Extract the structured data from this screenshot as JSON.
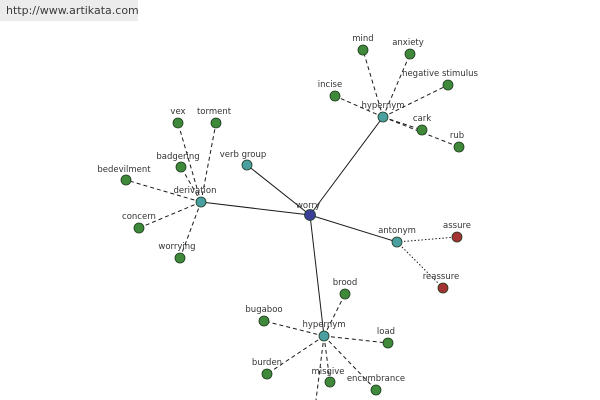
{
  "watermark": "http://www.artikata.com",
  "colors": {
    "center": "#3b3f9a",
    "relation": "#4aa0a0",
    "word": "#3f8a3a",
    "antonym_word": "#a43232"
  },
  "nodes": [
    {
      "id": "worry",
      "label": "worry",
      "kind": "center"
    },
    {
      "id": "rel_hyp_top",
      "label": "hypernym",
      "kind": "relation"
    },
    {
      "id": "rel_vgroup",
      "label": "verb group",
      "kind": "relation"
    },
    {
      "id": "rel_deriv",
      "label": "derivation",
      "kind": "relation"
    },
    {
      "id": "rel_ant",
      "label": "antonym",
      "kind": "relation"
    },
    {
      "id": "rel_hyp_bot",
      "label": "hypernym",
      "kind": "relation"
    },
    {
      "id": "mind",
      "label": "mind",
      "kind": "word"
    },
    {
      "id": "anxiety",
      "label": "anxiety",
      "kind": "word"
    },
    {
      "id": "negative_stimulus",
      "label": "negative stimulus",
      "kind": "word"
    },
    {
      "id": "incise",
      "label": "incise",
      "kind": "word"
    },
    {
      "id": "cark",
      "label": "cark",
      "kind": "word"
    },
    {
      "id": "rub",
      "label": "rub",
      "kind": "word"
    },
    {
      "id": "vex",
      "label": "vex",
      "kind": "word"
    },
    {
      "id": "torment",
      "label": "torment",
      "kind": "word"
    },
    {
      "id": "badgering",
      "label": "badgering",
      "kind": "word"
    },
    {
      "id": "bedevilment",
      "label": "bedevilment",
      "kind": "word"
    },
    {
      "id": "concern",
      "label": "concern",
      "kind": "word"
    },
    {
      "id": "worrying",
      "label": "worrying",
      "kind": "word"
    },
    {
      "id": "assure",
      "label": "assure",
      "kind": "antonym_word"
    },
    {
      "id": "reassure",
      "label": "reassure",
      "kind": "antonym_word"
    },
    {
      "id": "brood",
      "label": "brood",
      "kind": "word"
    },
    {
      "id": "bugaboo",
      "label": "bugaboo",
      "kind": "word"
    },
    {
      "id": "load",
      "label": "load",
      "kind": "word"
    },
    {
      "id": "burden",
      "label": "burden",
      "kind": "word"
    },
    {
      "id": "misgive",
      "label": "misgive",
      "kind": "word"
    },
    {
      "id": "encumbrance",
      "label": "encumbrance",
      "kind": "word"
    }
  ],
  "edges": [
    {
      "from": "worry",
      "to": "rel_hyp_top",
      "style": "solid"
    },
    {
      "from": "worry",
      "to": "rel_vgroup",
      "style": "solid"
    },
    {
      "from": "worry",
      "to": "rel_deriv",
      "style": "solid"
    },
    {
      "from": "worry",
      "to": "rel_ant",
      "style": "solid"
    },
    {
      "from": "worry",
      "to": "rel_hyp_bot",
      "style": "solid"
    },
    {
      "from": "rel_hyp_top",
      "to": "mind",
      "style": "dash"
    },
    {
      "from": "rel_hyp_top",
      "to": "anxiety",
      "style": "dash"
    },
    {
      "from": "rel_hyp_top",
      "to": "negative_stimulus",
      "style": "dash"
    },
    {
      "from": "rel_hyp_top",
      "to": "incise",
      "style": "dash"
    },
    {
      "from": "rel_hyp_top",
      "to": "cark",
      "style": "dash"
    },
    {
      "from": "rel_hyp_top",
      "to": "rub",
      "style": "dash"
    },
    {
      "from": "rel_deriv",
      "to": "vex",
      "style": "dash"
    },
    {
      "from": "rel_deriv",
      "to": "torment",
      "style": "dash"
    },
    {
      "from": "rel_deriv",
      "to": "badgering",
      "style": "dash"
    },
    {
      "from": "rel_deriv",
      "to": "bedevilment",
      "style": "dash"
    },
    {
      "from": "rel_deriv",
      "to": "concern",
      "style": "dash"
    },
    {
      "from": "rel_deriv",
      "to": "worrying",
      "style": "dash"
    },
    {
      "from": "rel_ant",
      "to": "assure",
      "style": "dot"
    },
    {
      "from": "rel_ant",
      "to": "reassure",
      "style": "dot"
    },
    {
      "from": "rel_hyp_bot",
      "to": "brood",
      "style": "dash"
    },
    {
      "from": "rel_hyp_bot",
      "to": "bugaboo",
      "style": "dash"
    },
    {
      "from": "rel_hyp_bot",
      "to": "load",
      "style": "dash"
    },
    {
      "from": "rel_hyp_bot",
      "to": "burden",
      "style": "dash"
    },
    {
      "from": "rel_hyp_bot",
      "to": "misgive",
      "style": "dash"
    },
    {
      "from": "rel_hyp_bot",
      "to": "encumbrance",
      "style": "dash"
    }
  ]
}
